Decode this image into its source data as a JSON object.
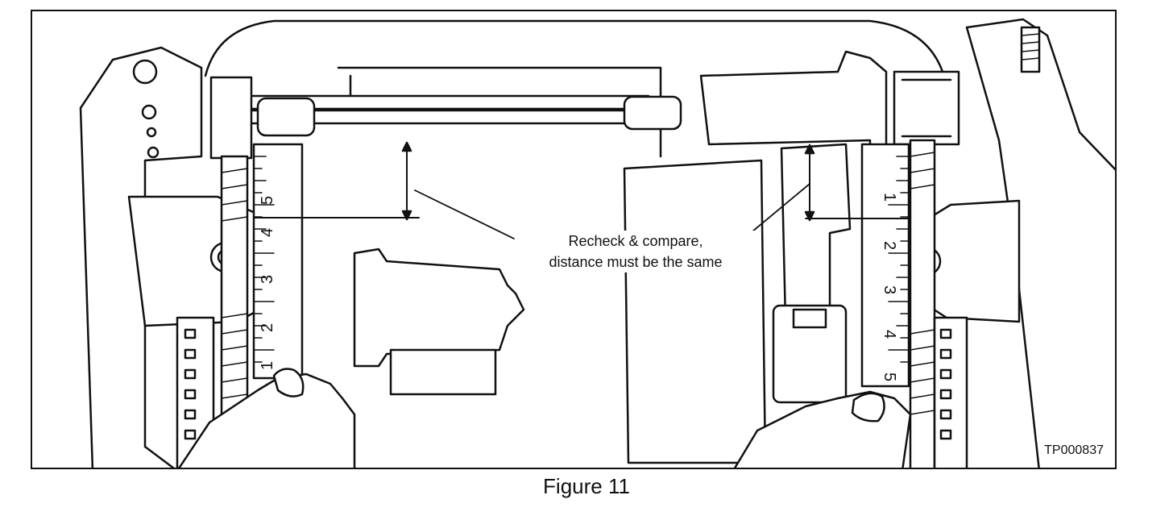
{
  "callout": {
    "line1": "Recheck & compare,",
    "line2": "distance must be the same"
  },
  "reference_code": "TP000837",
  "caption": "Figure 11",
  "left_ruler": {
    "tick_labels": [
      "5",
      "4",
      "3",
      "2",
      "1"
    ]
  },
  "right_ruler": {
    "tick_labels": [
      "1",
      "2",
      "3",
      "4",
      "5"
    ]
  },
  "colors": {
    "line": "#111111",
    "background": "#ffffff",
    "shade": "#d8d8d8"
  }
}
